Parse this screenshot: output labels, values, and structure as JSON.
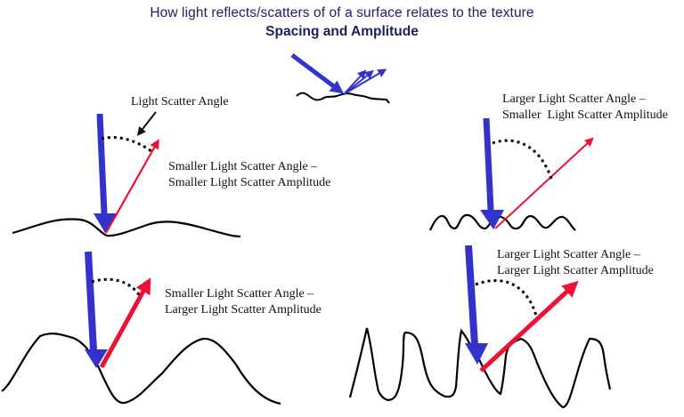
{
  "title": {
    "line1": "How light reflects/scatters of of a surface relates to the texture",
    "line2": "Spacing and Amplitude"
  },
  "colors": {
    "title": "#1c1f5e",
    "incident_arrow": "#3333cc",
    "scatter_arrow": "#ee1133",
    "surface": "#000000",
    "angle_arc": "#000000"
  },
  "header_illustration": {
    "description": "Incident blue arrow hitting rough surface, scattering into multiple blue arrows"
  },
  "callout": {
    "label": "Light Scatter Angle"
  },
  "panels": [
    {
      "id": "top-left",
      "surface": "low amplitude, wide spacing",
      "line1": "Smaller Light Scatter Angle –",
      "line2": "Smaller Light Scatter Amplitude"
    },
    {
      "id": "top-right",
      "surface": "low amplitude, narrow spacing",
      "line1": "Larger Light Scatter Angle –",
      "line2": "Smaller  Light Scatter Amplitude"
    },
    {
      "id": "bottom-left",
      "surface": "high amplitude, wide spacing",
      "line1": "Smaller Light Scatter Angle –",
      "line2": "Larger Light Scatter Amplitude"
    },
    {
      "id": "bottom-right",
      "surface": "high amplitude, narrow spacing",
      "line1": "Larger Light Scatter Angle –",
      "line2": "Larger Light Scatter Amplitude"
    }
  ]
}
